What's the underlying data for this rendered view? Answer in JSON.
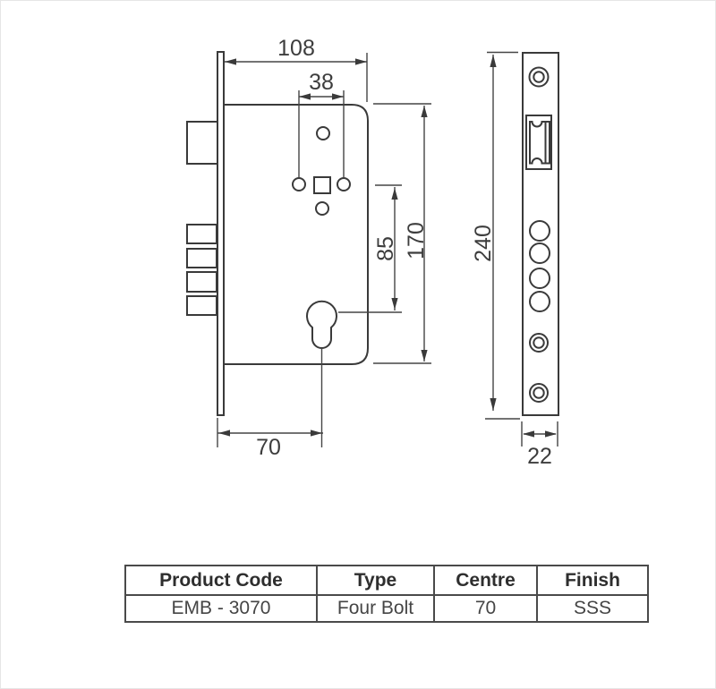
{
  "drawing": {
    "side_view": {
      "dim_body_depth": "108",
      "dim_spindle_spacing": "38",
      "dim_cylinder_centre": "85",
      "dim_body_height": "170",
      "dim_backset": "70"
    },
    "front_view": {
      "dim_faceplate_length": "240",
      "dim_faceplate_width": "22"
    }
  },
  "table": {
    "headers": [
      "Product Code",
      "Type",
      "Centre",
      "Finish"
    ],
    "row": [
      "EMB - 3070",
      "Four Bolt",
      "70",
      "SSS"
    ]
  },
  "colors": {
    "line": "#3a3a3a",
    "dimension": "#454545",
    "text": "#3d3d3d",
    "table_border": "#4a4a4a",
    "background": "#ffffff"
  }
}
